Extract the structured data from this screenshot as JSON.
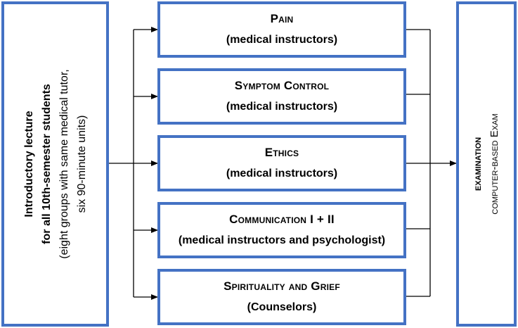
{
  "intro": {
    "line1": "Introductory lecture",
    "line2": "for all 10th-semester students",
    "line3": "(eight groups with same medical tutor,",
    "line4": "six 90-minute units)"
  },
  "modules": [
    {
      "title": "Pain",
      "subtitle": "(medical instructors)"
    },
    {
      "title": "Symptom Control",
      "subtitle": "(medical instructors)"
    },
    {
      "title": "Ethics",
      "subtitle": "(medical instructors)"
    },
    {
      "title": "Communication I + II",
      "subtitle": "(medical instructors and psychologist)"
    },
    {
      "title": "Spirituality and Grief",
      "subtitle": "(Counselors)"
    }
  ],
  "exam": {
    "title": "examination",
    "subtitle": "computer-based Exam"
  },
  "colors": {
    "box_border": "#4472c4",
    "connector": "#000000"
  }
}
